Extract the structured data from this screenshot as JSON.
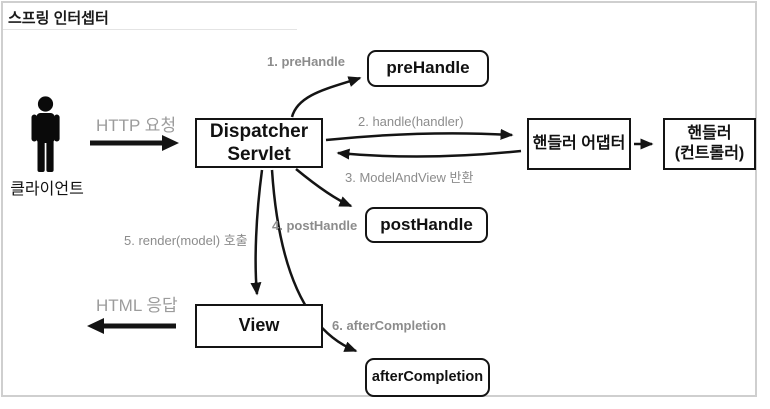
{
  "diagram_title": "스프링 인터셉터",
  "client": {
    "label": "클라이언트",
    "icon": "person-icon"
  },
  "nodes": {
    "dispatcher_servlet": {
      "line1": "Dispatcher",
      "line2": "Servlet"
    },
    "pre_handle": {
      "label": "preHandle"
    },
    "handler_adapter": {
      "label": "핸들러 어댑터"
    },
    "handler": {
      "line1": "핸들러",
      "line2": "(컨트롤러)"
    },
    "post_handle": {
      "label": "postHandle"
    },
    "view": {
      "label": "View"
    },
    "after_completion": {
      "label": "afterCompletion"
    }
  },
  "edges": {
    "http_request": {
      "label": "HTTP 요청"
    },
    "step1": {
      "label": "1. preHandle"
    },
    "step2": {
      "label": "2. handle(handler)"
    },
    "step3": {
      "label": "3. ModelAndView 반환"
    },
    "step4": {
      "label": "4. postHandle"
    },
    "step5": {
      "label": "5. render(model) 호출"
    },
    "step6": {
      "label": "6. afterCompletion"
    },
    "html_response": {
      "label": "HTML 응답"
    }
  },
  "colors": {
    "box_border": "#141414",
    "arrow": "#141414",
    "step_label_gray": "#8c8c8c",
    "big_label_gray": "#9c9c9c",
    "frame_border": "#cfcfcf",
    "background": "#ffffff"
  }
}
